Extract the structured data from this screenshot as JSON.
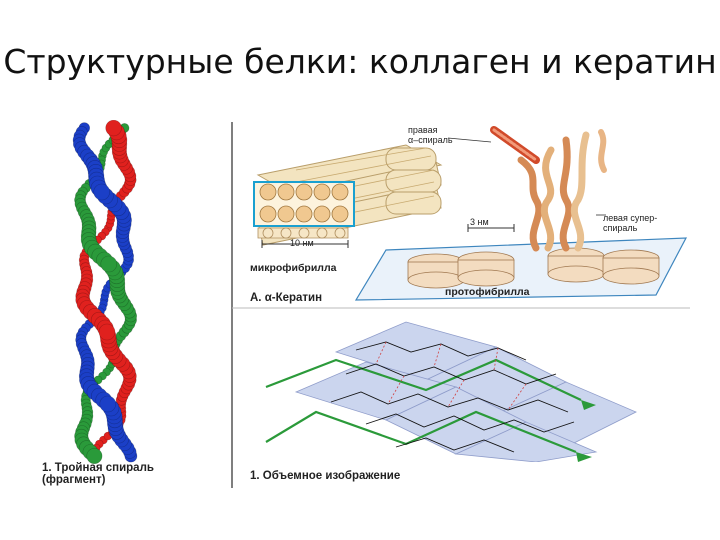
{
  "slide": {
    "title": "Структурные белки: коллаген и кератин"
  },
  "left_figure": {
    "caption_line1": "1. Тройная спираль",
    "caption_line2": "(фрагмент)",
    "colors": {
      "red": "#e0211e",
      "green": "#2a9a3a",
      "blue": "#1b3fc7"
    }
  },
  "keratin_figure": {
    "label_right_helix_1": "правая",
    "label_right_helix_2": "α–спираль",
    "label_left_superhelix_1": "левая супер-",
    "label_left_superhelix_2": "спираль",
    "label_3nm": "3 нм",
    "label_10nm": "10 нм",
    "label_microfibril": "микрофибрилла",
    "label_protofibril": "протофибрилла",
    "caption": "А. α-Кератин"
  },
  "sheet_figure": {
    "caption": "1. Объемное изображение"
  }
}
